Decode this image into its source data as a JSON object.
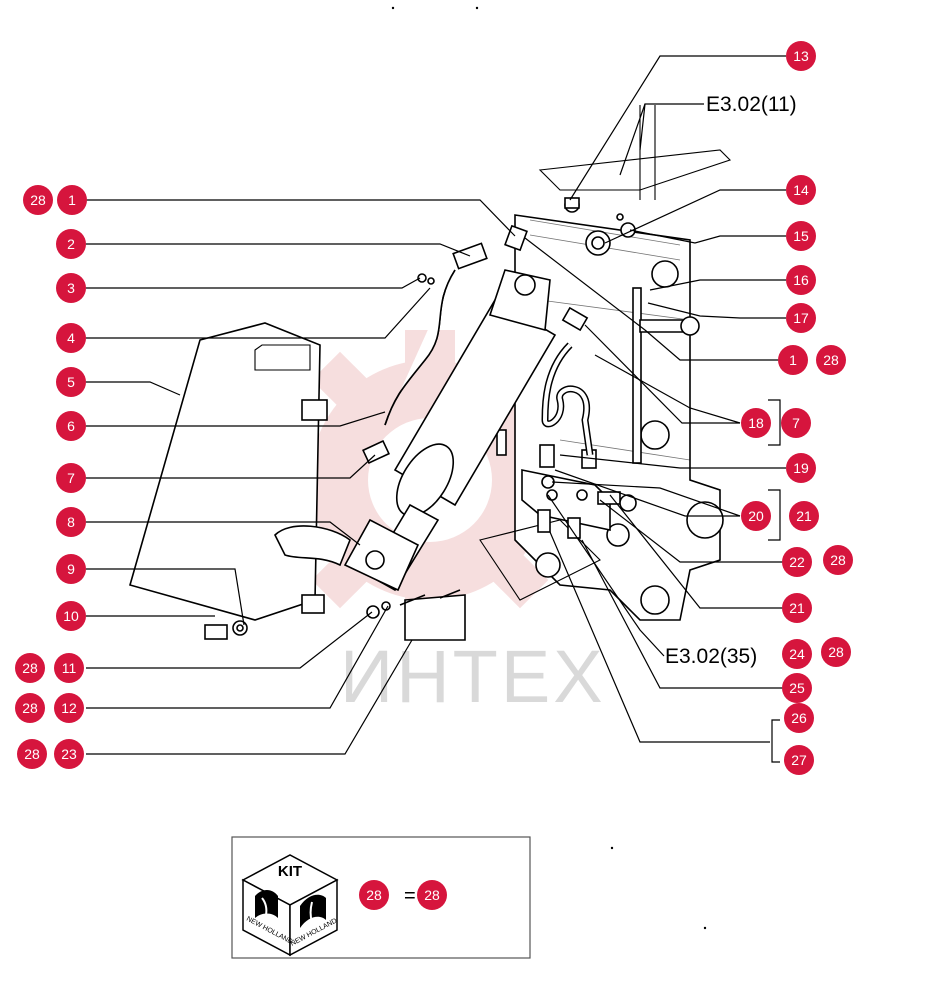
{
  "watermark": {
    "text": "ИНТЕХ"
  },
  "references": {
    "top": "E3.02(11)",
    "bottom": "E3.02(35)"
  },
  "callouts": [
    {
      "id": "c-28-a",
      "label": "28"
    },
    {
      "id": "c-1-a",
      "label": "1"
    },
    {
      "id": "c-2",
      "label": "2"
    },
    {
      "id": "c-3",
      "label": "3"
    },
    {
      "id": "c-4",
      "label": "4"
    },
    {
      "id": "c-5",
      "label": "5"
    },
    {
      "id": "c-6",
      "label": "6"
    },
    {
      "id": "c-7-a",
      "label": "7"
    },
    {
      "id": "c-8",
      "label": "8"
    },
    {
      "id": "c-9",
      "label": "9"
    },
    {
      "id": "c-10",
      "label": "10"
    },
    {
      "id": "c-28-b",
      "label": "28"
    },
    {
      "id": "c-11",
      "label": "11"
    },
    {
      "id": "c-28-c",
      "label": "28"
    },
    {
      "id": "c-12",
      "label": "12"
    },
    {
      "id": "c-28-d",
      "label": "28"
    },
    {
      "id": "c-23",
      "label": "23"
    },
    {
      "id": "c-13",
      "label": "13"
    },
    {
      "id": "c-14",
      "label": "14"
    },
    {
      "id": "c-15",
      "label": "15"
    },
    {
      "id": "c-16",
      "label": "16"
    },
    {
      "id": "c-17",
      "label": "17"
    },
    {
      "id": "c-1-b",
      "label": "1"
    },
    {
      "id": "c-28-e",
      "label": "28"
    },
    {
      "id": "c-18",
      "label": "18"
    },
    {
      "id": "c-7-b",
      "label": "7"
    },
    {
      "id": "c-19",
      "label": "19"
    },
    {
      "id": "c-20",
      "label": "20"
    },
    {
      "id": "c-21-a",
      "label": "21"
    },
    {
      "id": "c-22",
      "label": "22"
    },
    {
      "id": "c-28-f",
      "label": "28"
    },
    {
      "id": "c-21-b",
      "label": "21"
    },
    {
      "id": "c-24",
      "label": "24"
    },
    {
      "id": "c-28-g",
      "label": "28"
    },
    {
      "id": "c-25",
      "label": "25"
    },
    {
      "id": "c-26",
      "label": "26"
    },
    {
      "id": "c-27",
      "label": "27"
    }
  ],
  "kit": {
    "title": "KIT",
    "brand": "NEW HOLLAND",
    "from": "28",
    "equals": "=",
    "to": "28"
  },
  "colors": {
    "callout": "#d6153d",
    "watermark": "#e8c8c8",
    "line": "#000000"
  }
}
